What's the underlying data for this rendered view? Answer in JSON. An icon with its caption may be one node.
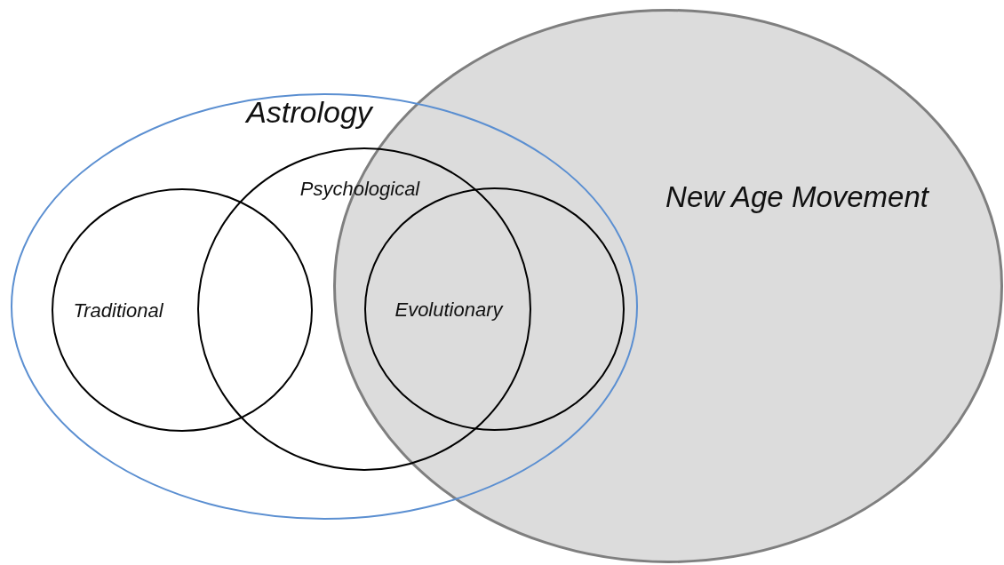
{
  "diagram": {
    "nodes": [
      {
        "text": [
          "Astrology"
        ]
      },
      {
        "text": [
          "New Age Movement"
        ]
      },
      {
        "text": [
          "Traditional"
        ],
        "in": 0
      },
      {
        "text": [
          "Psychological"
        ],
        "in": 0
      },
      {
        "text": [
          "Evolutionary"
        ]
      }
    ]
  }
}
